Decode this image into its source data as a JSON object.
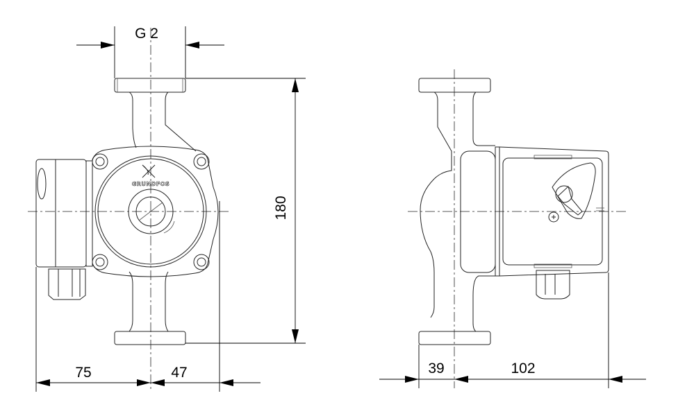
{
  "title": "Circulator pump dimension drawing",
  "logo_text": "GRUNDFOS",
  "dimensions": {
    "thread": "G 2",
    "port_to_port": "180",
    "left_width": "75",
    "right_width": "47",
    "side_pipe": "39",
    "side_motor": "102"
  }
}
